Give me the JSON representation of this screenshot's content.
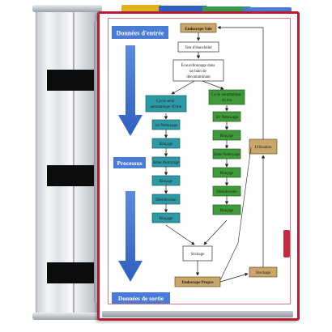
{
  "colors": {
    "frame_red": "#b81d34",
    "side_blue": "#4a7bd6",
    "teal_box": "#2e9aa6",
    "green_box": "#3f9b3a",
    "tan_box": "#c9a66a",
    "pocket_blue": "#2e5fbf",
    "pocket_yellow": "#e0b21b",
    "pocket_green": "#3a9a4c"
  },
  "side": {
    "input_label": "Données d'entrée",
    "process_label": "Processus",
    "output_label": "Données de sortie"
  },
  "flow": {
    "start": "Endoscope Sale",
    "leak_test": "Test d'étanchéité",
    "brushing": "Écouvillonnage dans un bain de décontaminant",
    "cycle_left": "Cycle semi automatique 40 mn",
    "cycle_right": "Cycle automatique 44 mn",
    "left_steps": [
      "1er Nettoyage",
      "Rinçage",
      "2ème Nettoyage",
      "Rinçage",
      "Désinfection",
      "Rinçage"
    ],
    "right_steps": [
      "1er Nettoyage",
      "Rinçage",
      "2ème Nettoyage",
      "Rinçage",
      "Désinfection",
      "Rinçage"
    ],
    "drying": "Séchage",
    "clean": "Endoscope Propre",
    "storage": "Stockage",
    "use": "Utilisation"
  }
}
